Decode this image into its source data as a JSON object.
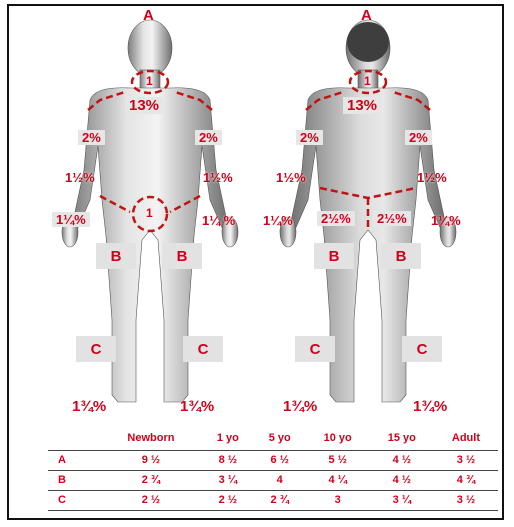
{
  "figures": {
    "front": {
      "head_letter": "A",
      "neck_value": "1",
      "trunk_percent": "13%",
      "upper_arm_left": "2%",
      "upper_arm_right": "2%",
      "forearm_left": "1½%",
      "forearm_right": "1½%",
      "hand_left": "1¼%",
      "hand_right": "1¼ %",
      "genital_value": "1",
      "thigh_left": "B",
      "thigh_right": "B",
      "leg_left": "C",
      "leg_right": "C",
      "foot_left": "1¾%",
      "foot_right": "1¾%"
    },
    "back": {
      "head_letter": "A",
      "neck_value": "1",
      "trunk_percent": "13%",
      "upper_arm_left": "2%",
      "upper_arm_right": "2%",
      "forearm_left": "1½%",
      "forearm_right": "1½%",
      "hand_left": "1¼%",
      "hand_right": "1¼%",
      "buttock_left": "2½%",
      "buttock_right": "2½%",
      "thigh_left": "B",
      "thigh_right": "B",
      "leg_left": "C",
      "leg_right": "C",
      "foot_left": "1¾%",
      "foot_right": "1¾%"
    }
  },
  "table": {
    "headers": [
      "",
      "Newborn",
      "1 yo",
      "5 yo",
      "10 yo",
      "15 yo",
      "Adult"
    ],
    "rows": [
      [
        "A",
        "9 ½",
        "8 ½",
        "6 ½",
        "5 ½",
        "4 ½",
        "3 ½"
      ],
      [
        "B",
        "2 ¾",
        "3 ¼",
        "4",
        "4 ¼",
        "4 ½",
        "4 ¾"
      ],
      [
        "C",
        "2 ½",
        "2 ½",
        "2 ¾",
        "3",
        "3 ¼",
        "3 ½"
      ]
    ]
  },
  "colors": {
    "accent": "#d0021b",
    "box": "#e6e6e6",
    "body_dark": "#8a8a8a",
    "body_light": "#e8e8e8"
  }
}
